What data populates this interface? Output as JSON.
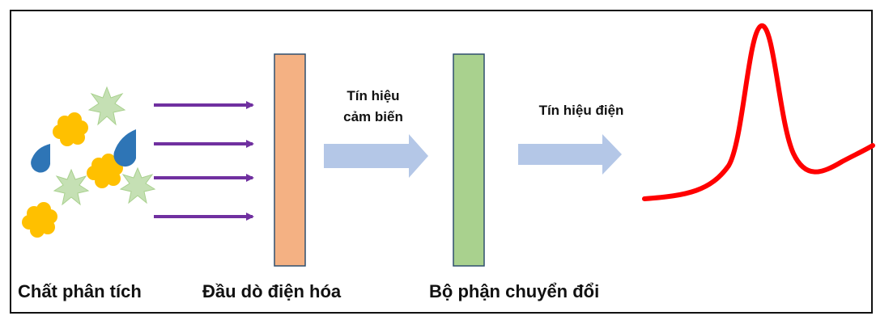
{
  "labels": {
    "analyte": "Chất phân tích",
    "probe": "Đầu dò điện hóa",
    "transducer": "Bộ phận chuyển đổi",
    "sensor_signal_line1": "Tín hiệu",
    "sensor_signal_line2": "cảm biến",
    "electric_signal": "Tín hiệu điện"
  },
  "colors": {
    "probe_fill": "#f4b183",
    "transducer_fill": "#a9d18e",
    "panel_border": "#2f4f6f",
    "arrow_purple": "#7030a0",
    "block_arrow": "#b4c7e7",
    "curve": "#ff0000",
    "star": "#c5e0b4",
    "blob": "#ffc000",
    "drop": "#2e75b6"
  },
  "icons": {
    "analyte_shapes": [
      "yellow-blob-icon",
      "green-star-icon",
      "blue-drop-icon"
    ],
    "output": "signal-peak-icon"
  }
}
